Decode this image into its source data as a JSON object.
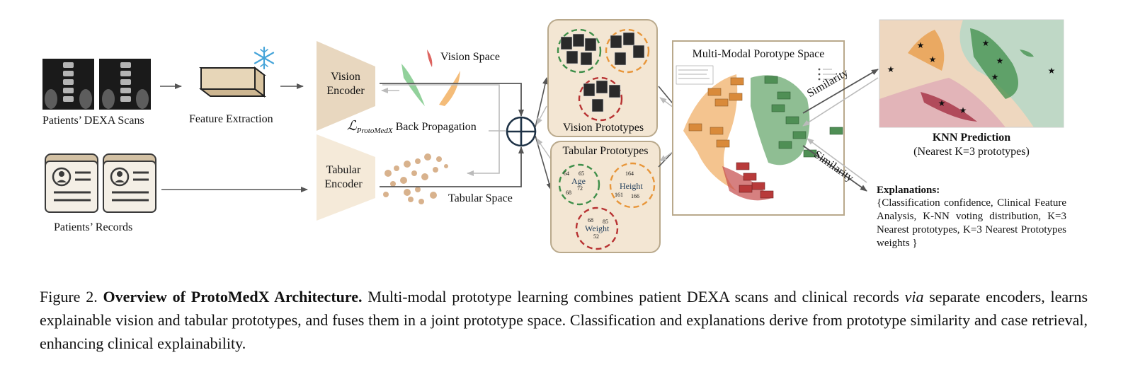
{
  "figure": {
    "inputs": {
      "dexa_label": "Patients’ DEXA Scans",
      "records_label": "Patients’ Records"
    },
    "feature_extraction": {
      "label": "Feature Extraction",
      "icon": "snowflake-icon"
    },
    "encoders": {
      "vision_label_1": "Vision",
      "vision_label_2": "Encoder",
      "tabular_label_1": "Tabular",
      "tabular_label_2": "Encoder"
    },
    "spaces": {
      "vision_space": "Vision Space",
      "tabular_space": "Tabular Space",
      "loss_symbol": "ℒ",
      "loss_subscript": "ProtoMedX",
      "back_propagation": "Back Propagation"
    },
    "prototypes": {
      "vision_title": "Vision Prototypes",
      "tabular_title": "Tabular Prototypes",
      "age": {
        "label": "Age",
        "values": [
          "64",
          "65",
          "72",
          "68"
        ]
      },
      "height": {
        "label": "Height",
        "values": [
          "164",
          "161",
          "166"
        ]
      },
      "weight": {
        "label": "Weight",
        "values": [
          "68",
          "85",
          "52"
        ]
      }
    },
    "multimodal": {
      "title": "Multi-Modal Porotype Space"
    },
    "similarity_label": "Similarity",
    "knn": {
      "title": "KNN Prediction",
      "subtitle": "(Nearest K=3 prototypes)"
    },
    "explanations": {
      "title": "Explanations:",
      "body": "{Classification confidence, Clinical Feature Analysis, K-NN voting distribution, K=3 Nearest prototypes, K=3 Nearest Prototypes weights }"
    },
    "colors": {
      "encoder_fill": "#e8d7bf",
      "encoder_fill_light": "#f5ead9",
      "proto_box": "#f3e6d3",
      "box_border": "#b9a98c",
      "orange": "#e8963a",
      "green": "#3f8f4a",
      "red": "#b83232",
      "arrow": "#555555"
    }
  },
  "caption": {
    "prefix": "Figure 2.",
    "title": "Overview of ProtoMedX Architecture.",
    "text_1": "Multi-modal prototype learning combines patient DEXA scans and clinical records",
    "via": "via",
    "text_2": "separate encoders, learns explainable vision and tabular prototypes, and fuses them in a joint prototype space. Classification and explanations derive from prototype similarity and case retrieval, enhancing clinical explainability."
  }
}
